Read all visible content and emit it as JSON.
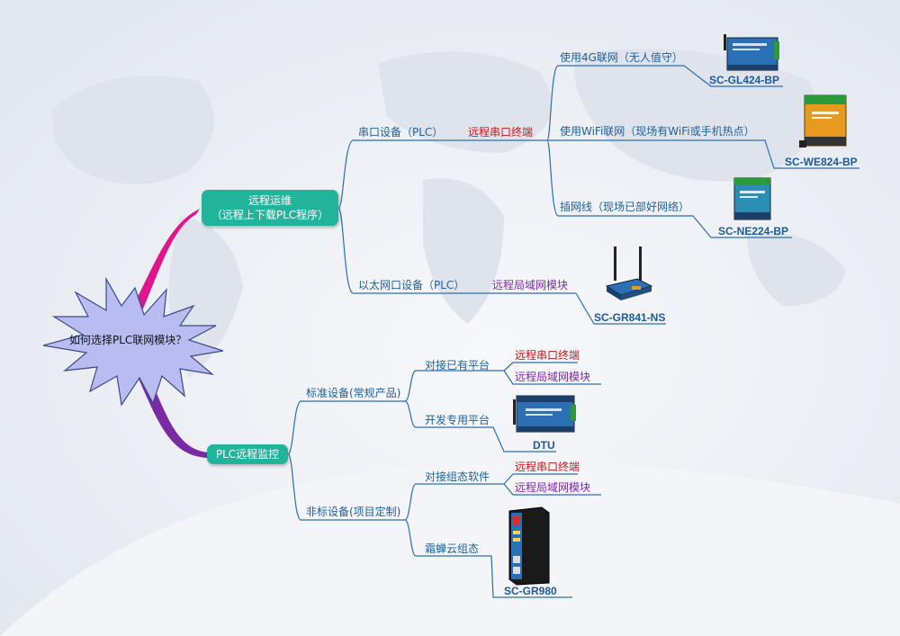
{
  "root": {
    "label": "如何选择PLC联网模块？"
  },
  "remote_maint": {
    "line1": "远程运维",
    "line2": "（远程上下载PLC程序）",
    "serial": {
      "label": "串口设备（PLC）",
      "module": "远程串口终端",
      "options": [
        {
          "label": "使用4G联网（无人值守）",
          "model": "SC-GL424-BP",
          "device_color": "#2b6fb5"
        },
        {
          "label": "使用WiFi联网（现场有WiFi或手机热点）",
          "model": "SC-WE824-BP",
          "device_color": "#e79a1e"
        },
        {
          "label": "插网线（现场已部好网络）",
          "model": "SC-NE224-BP",
          "device_color": "#2b8fb5"
        }
      ]
    },
    "ethernet": {
      "label": "以太网口设备（PLC）",
      "module": "远程局域网模块",
      "model": "SC-GR841-NS"
    }
  },
  "monitor": {
    "label": "PLC远程监控",
    "standard": {
      "label": "标准设备(常规产品)",
      "platform": {
        "label": "对接已有平台",
        "items": [
          "远程串口终端",
          "远程局域网模块"
        ]
      },
      "dev": {
        "label": "开发专用平台",
        "model": "DTU"
      }
    },
    "custom": {
      "label": "非标设备(项目定制)",
      "config": {
        "label": "对接组态软件",
        "items": [
          "远程串口终端",
          "远程局域网模块"
        ]
      },
      "cloud": {
        "label": "霜蝉云组态",
        "model": "SC-GR980"
      }
    }
  },
  "colors": {
    "teal": "#21b49a",
    "line": "#2a6fb0",
    "magenta": "#e0148c",
    "purple": "#7a2aa2",
    "burst": "#b8bcf0",
    "red_text": "#cc1515"
  }
}
